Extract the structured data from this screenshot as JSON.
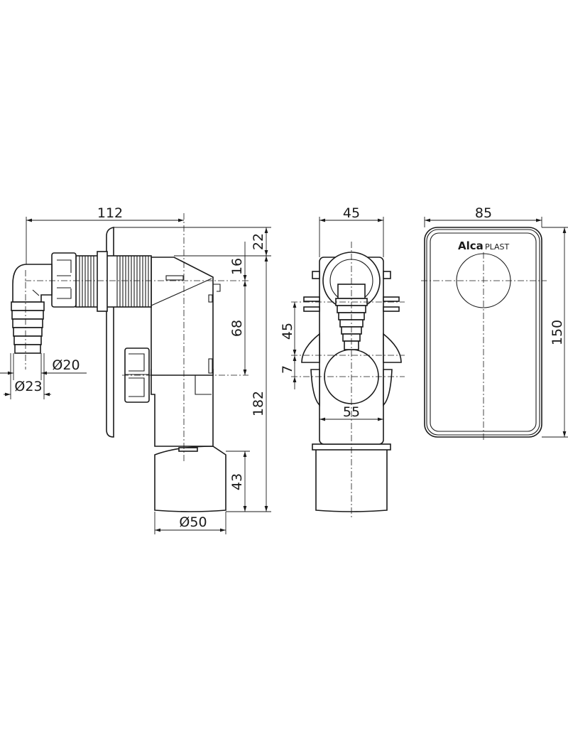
{
  "drawing": {
    "side_view": {
      "dimensions": {
        "overall_depth": "112",
        "top_offset": "22",
        "inlet_offset": "16",
        "inlet_to_outlet": "68",
        "total_height": "182",
        "outlet_height": "43",
        "outlet_diameter": "Ø50",
        "hose_inner_diameter": "Ø20",
        "hose_outer_diameter": "Ø23"
      }
    },
    "front_view": {
      "dimensions": {
        "width": "45",
        "vertical_spacing": "45",
        "offset": "7",
        "bracket_width": "55"
      }
    },
    "cover_view": {
      "dimensions": {
        "width": "85",
        "height": "150"
      },
      "logo": {
        "brand_bold": "Alca",
        "brand_light": "PLAST"
      }
    }
  }
}
